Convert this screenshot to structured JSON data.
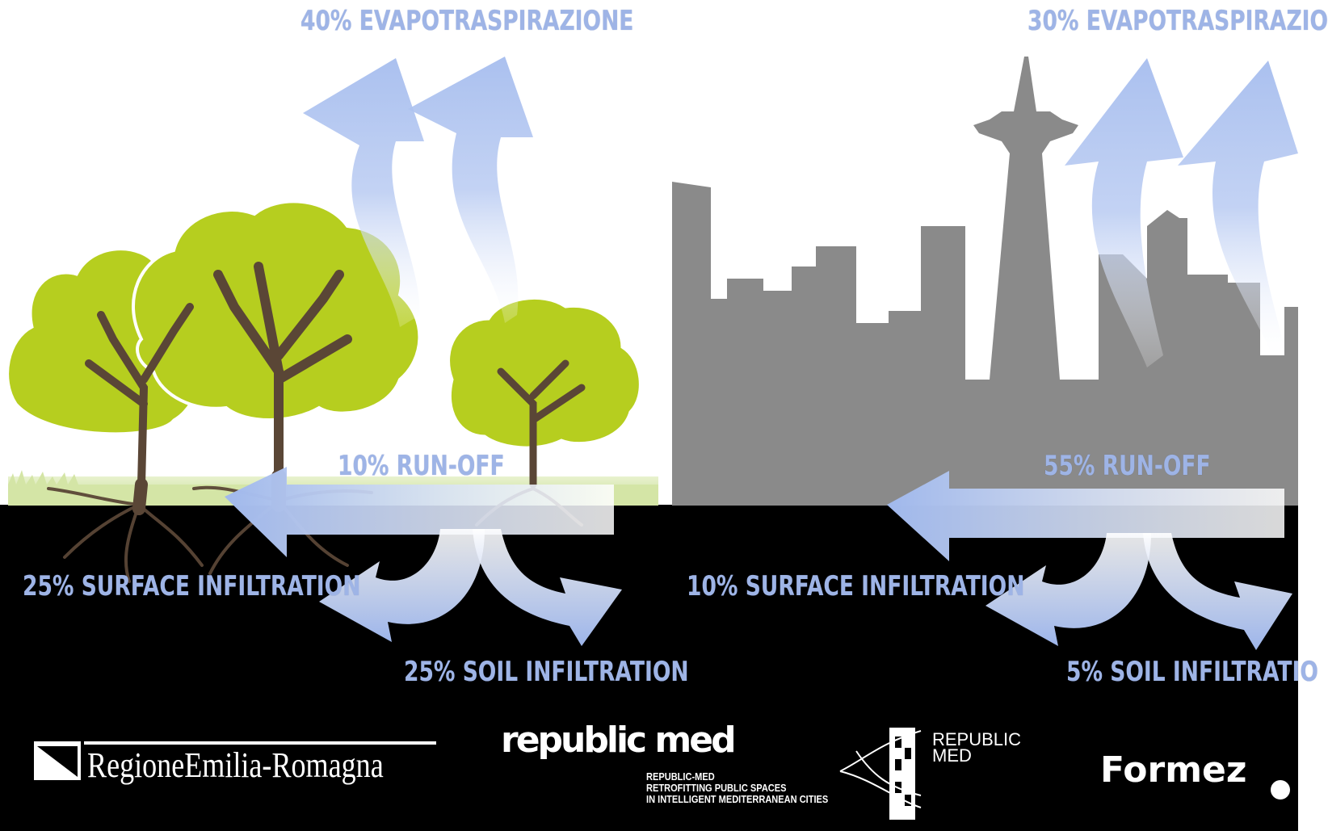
{
  "labels": {
    "left_evapo": "40% EVAPOTRASPIRAZIONE",
    "right_evapo": "30% EVAPOTRASPIRAZIO",
    "left_runoff": "10% RUN-OFF",
    "right_runoff": "55% RUN-OFF",
    "left_surface": "25% SURFACE INFILTRATION",
    "right_surface": "10% SURFACE INFILTRATION",
    "left_soil": "25% SOIL INFILTRATION",
    "right_soil": "5% SOIL INFILTRATIO"
  },
  "logos": {
    "regione": "RegioneEmilia-Romagna",
    "republicmed_word": "republic med",
    "republicmed_line1": "REPUBLIC-MED",
    "republicmed_line2": "RETROFITTING PUBLIC SPACES",
    "republicmed_line3": "IN INTELLIGENT MEDITERRANEAN CITIES",
    "republic_med_mark_1": "REPUBLIC",
    "republic_med_mark_2": "MED",
    "formez": "Formez"
  },
  "colors": {
    "arrow": "#a9bff0",
    "tree_foliage": "#b6ce2a",
    "trunk": "#5a4636",
    "city": "#888888",
    "ground": "#000000",
    "label": "#9eb4e6"
  }
}
